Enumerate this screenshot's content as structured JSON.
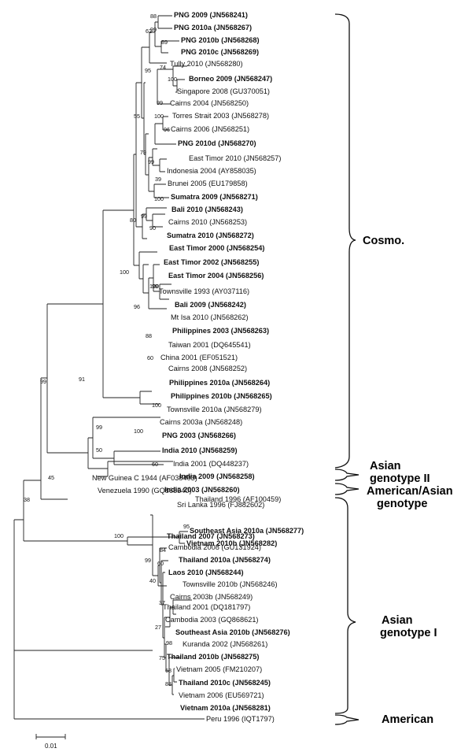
{
  "taxa": [
    {
      "label": "PNG 2009 (JN568241)",
      "bold": true
    },
    {
      "label": "PNG 2010a (JN568267)",
      "bold": true
    },
    {
      "label": "PNG 2010b (JN568268)",
      "bold": true
    },
    {
      "label": "PNG 2010c (JN568269)",
      "bold": true
    },
    {
      "label": "Tully 2010 (JN568280)",
      "bold": false
    },
    {
      "label": "Borneo 2009 (JN568247)",
      "bold": true
    },
    {
      "label": "Singapore 2008 (GU370051)",
      "bold": false
    },
    {
      "label": "Cairns 2004 (JN568250)",
      "bold": false
    },
    {
      "label": "Torres Strait 2003 (JN568278)",
      "bold": false
    },
    {
      "label": "Cairns 2006 (JN568251)",
      "bold": false
    },
    {
      "label": "PNG 2010d (JN568270)",
      "bold": true
    },
    {
      "label": "East Timor 2010 (JN568257)",
      "bold": false
    },
    {
      "label": "Indonesia 2004 (AY858035)",
      "bold": false
    },
    {
      "label": "Brunei 2005 (EU179858)",
      "bold": false
    },
    {
      "label": "Sumatra 2009 (JN568271)",
      "bold": true
    },
    {
      "label": "Bali 2010 (JN568243)",
      "bold": true
    },
    {
      "label": "Cairns 2010 (JN568253)",
      "bold": false
    },
    {
      "label": "Sumatra 2010 (JN568272)",
      "bold": true
    },
    {
      "label": "East Timor 2000 (JN568254)",
      "bold": true
    },
    {
      "label": "East Timor 2002 (JN568255)",
      "bold": true
    },
    {
      "label": "East Timor 2004 (JN568256)",
      "bold": true
    },
    {
      "label": "Townsville 1993 (AY037116)",
      "bold": false
    },
    {
      "label": "Bali 2009 (JN568242)",
      "bold": true
    },
    {
      "label": "Mt Isa 2010 (JN568262)",
      "bold": false
    },
    {
      "label": "Philippines 2003 (JN568263)",
      "bold": true
    },
    {
      "label": "Taiwan 2001 (DQ645541)",
      "bold": false
    },
    {
      "label": "China 2001 (EF051521)",
      "bold": false
    },
    {
      "label": "Cairns 2008 (JN568252)",
      "bold": false
    },
    {
      "label": "Philippines 2010a (JN568264)",
      "bold": true
    },
    {
      "label": "Philippines 2010b (JN568265)",
      "bold": true
    },
    {
      "label": "Townsville 2010a (JN568279)",
      "bold": false
    },
    {
      "label": "Cairns 2003a (JN568248)",
      "bold": false
    },
    {
      "label": "PNG 2003 (JN568266)",
      "bold": true
    },
    {
      "label": "India 2010 (JN568259)",
      "bold": true
    },
    {
      "label": "India 2001 (DQ448237)",
      "bold": false
    },
    {
      "label": "India 2009 (JN568258)",
      "bold": true
    },
    {
      "label": "India 2003 (JN568260)",
      "bold": true
    },
    {
      "label": "Sri Lanka 1996 (FJ882602)",
      "bold": false
    },
    {
      "label": "New Guinea C 1944 (AF038403)",
      "bold": false
    },
    {
      "label": "Venezuela 1990 (GQ868540)",
      "bold": false
    },
    {
      "label": "Thailand 1996 (AF100459)",
      "bold": false
    },
    {
      "label": "Southeast Asia 2010a (JN568277)",
      "bold": true
    },
    {
      "label": "Vietnam 2010b (JN568282)",
      "bold": true
    },
    {
      "label": "Thailand 2007 (JN568273)",
      "bold": true
    },
    {
      "label": "Cambodia 2008 (GU131924)",
      "bold": false
    },
    {
      "label": "Thailand 2010a (JN568274)",
      "bold": true
    },
    {
      "label": "Laos 2010 (JN568244)",
      "bold": true
    },
    {
      "label": "Townsville 2010b (JN568246)",
      "bold": false
    },
    {
      "label": "Cairns 2003b (JN568249)",
      "bold": false
    },
    {
      "label": "Thailand 2001 (DQ181797)",
      "bold": false
    },
    {
      "label": "Cambodia 2003 (GQ868621)",
      "bold": false
    },
    {
      "label": "Southeast Asia 2010b (JN568276)",
      "bold": true
    },
    {
      "label": "Kuranda 2002 (JN568261)",
      "bold": false
    },
    {
      "label": "Thailand 2010b (JN568275)",
      "bold": true
    },
    {
      "label": "Vietnam 2005 (FM210207)",
      "bold": false
    },
    {
      "label": "Thailand 2010c (JN568245)",
      "bold": true
    },
    {
      "label": "Vietnam 2006 (EU569721)",
      "bold": false
    },
    {
      "label": "Vietnam 2010a (JN568281)",
      "bold": true
    },
    {
      "label": "Peru 1996 (IQT1797)",
      "bold": false
    }
  ],
  "bootstrap": [
    "88",
    "99",
    "89",
    "62",
    "100",
    "74",
    "95",
    "99",
    "96",
    "55",
    "100",
    "79",
    "99",
    "39",
    "100",
    "99",
    "80",
    "90",
    "100",
    "100",
    "96",
    "99",
    "88",
    "60",
    "91",
    "99",
    "100",
    "100",
    "99",
    "50",
    "60",
    "45",
    "38",
    "100",
    "95",
    "99",
    "84",
    "60",
    "40",
    "37",
    "27",
    "98",
    "75",
    "68",
    "88"
  ],
  "groups": {
    "cosmo": "Cosmo.",
    "asian2_line1": "Asian",
    "asian2_line2": "genotype II",
    "amasian_line1": "American/Asian",
    "amasian_line2": "genotype",
    "asian1_line1": "Asian",
    "asian1_line2": "genotype I",
    "american": "American"
  },
  "scale_label": "0.01"
}
